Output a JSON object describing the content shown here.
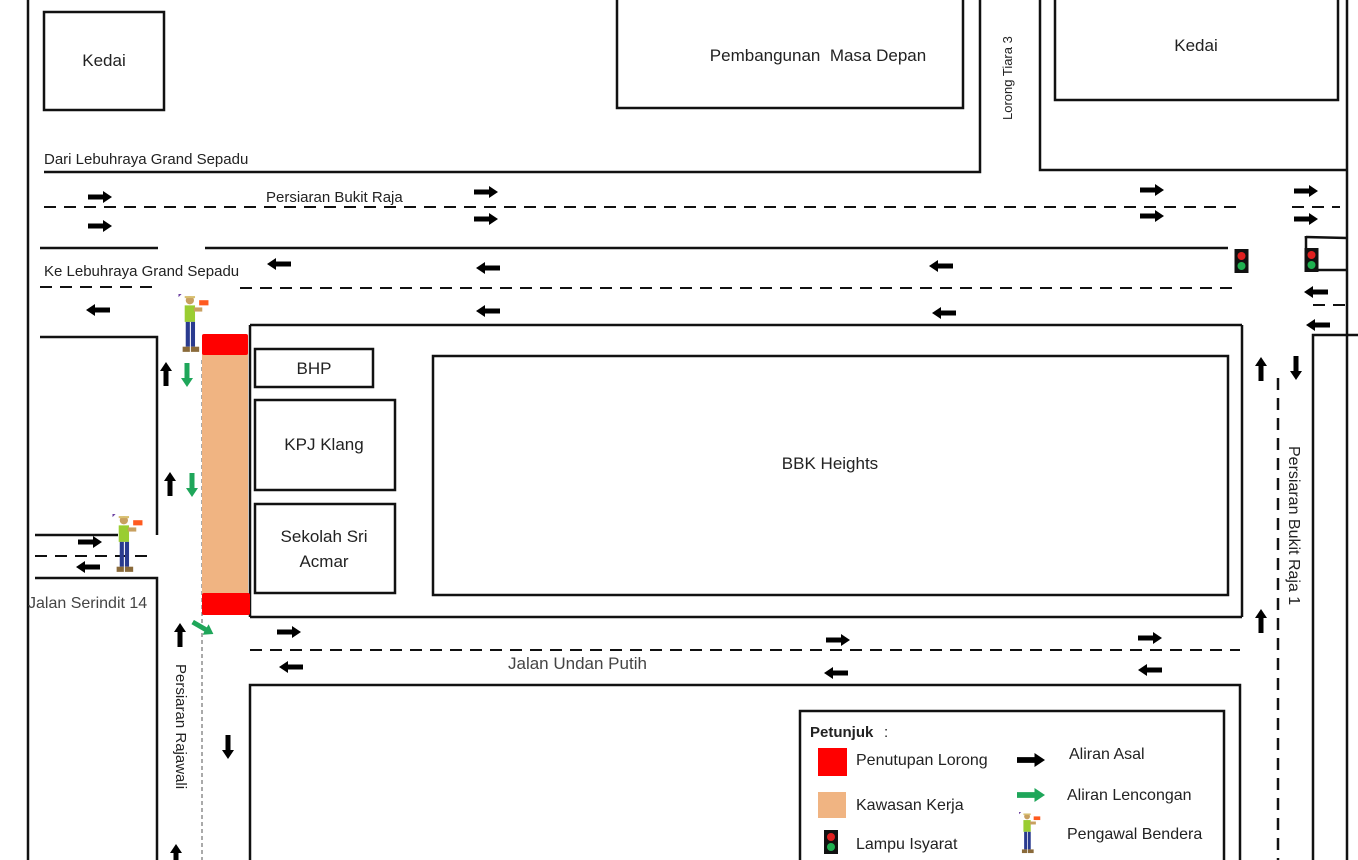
{
  "buildings": {
    "kedai_left": "Kedai",
    "pembangunan": "Pembangunan  Masa Depan",
    "kedai_right": "Kedai",
    "bhp": "BHP",
    "kpj": "KPJ Klang",
    "sekolah_line1": "Sekolah Sri",
    "sekolah_line2": "Acmar",
    "bbk": "BBK Heights"
  },
  "roads": {
    "dari_lebuhraya": "Dari Lebuhraya Grand Sepadu",
    "persiaran_bukit_raja": "Persiaran Bukit Raja",
    "ke_lebuhraya": "Ke Lebuhraya Grand Sepadu",
    "lorong_tiara_3": "Lorong Tiara 3",
    "jalan_serindit_14": "Jalan Serindit 14",
    "persiaran_rajawali": "Persiaran Rajawali",
    "jalan_undan_putih": "Jalan Undan Putih",
    "persiaran_bukit_raja_1": "Persiaran Bukit Raja 1"
  },
  "legend": {
    "title": "Petunjuk",
    "colon": ":",
    "items": [
      {
        "label": "Penutupan Lorong",
        "symbol": "red-box",
        "color": "#ff0000"
      },
      {
        "label": "Kawasan Kerja",
        "symbol": "orange-box",
        "color": "#f0b482"
      },
      {
        "label": "Lampu Isyarat",
        "symbol": "traffic-light-icon"
      },
      {
        "label": "Aliran Asal",
        "symbol": "black-arrow",
        "color": "#000000"
      },
      {
        "label": "Aliran Lencongan",
        "symbol": "green-arrow",
        "color": "#1fa65a"
      },
      {
        "label": "Pengawal Bendera",
        "symbol": "flagman-icon"
      }
    ]
  }
}
